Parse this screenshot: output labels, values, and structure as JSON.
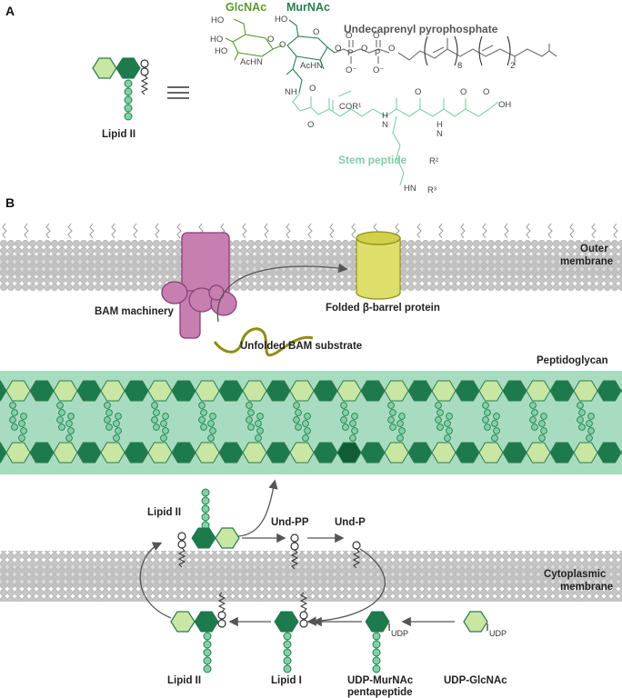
{
  "panels": {
    "a": "A",
    "b": "B"
  },
  "panel_a": {
    "glcnac": "GlcNAc",
    "murnac": "MurNAc",
    "und_pp": "Undecaprenyl pyrophosphate",
    "stem_peptide": "Stem peptide",
    "lipid2_label": "Lipid II",
    "chem": {
      "ho": "HO",
      "acnh": "AcHN",
      "o": "O",
      "p": "P",
      "o_minus": "O⁻",
      "nh": "NH",
      "hn": "HN",
      "h": "H",
      "n": "N",
      "oh": "OH",
      "cor1": "COR¹",
      "r2": "R²",
      "r3": "R³",
      "sub8": "8",
      "sub2": "2"
    }
  },
  "panel_b": {
    "outer_membrane": [
      "Outer",
      "membrane"
    ],
    "bam_machinery": "BAM machinery",
    "folded_barrel": "Folded β-barrel protein",
    "unfolded_substrate": "Unfolded BAM substrate",
    "peptidoglycan": "Peptidoglycan",
    "cytoplasmic_membrane": [
      "Cytoplasmic",
      "membrane"
    ],
    "lipid2_top": "Lipid II",
    "und_pp": "Und-PP",
    "und_p": "Und-P",
    "udp": "UDP",
    "bottom_labels": {
      "lipid2": "Lipid II",
      "lipid1": "Lipid I",
      "udp_murnac": [
        "UDP-MurNAc",
        "pentapeptide"
      ],
      "udp_glcnac": "UDP-GlcNAc"
    }
  },
  "colors": {
    "murnac": "#1d7a4c",
    "glcnac": "#c9e6a3",
    "peptide": "#7ed3a6",
    "bam": "#c77fb1",
    "barrel": "#dede6a",
    "pg_band": "#a8dcc0",
    "membrane": "#b9b9b9",
    "glcnac_text": "#5a9a2e",
    "murnac_text": "#2a7c4d",
    "stem_text": "#7fcfa8"
  }
}
